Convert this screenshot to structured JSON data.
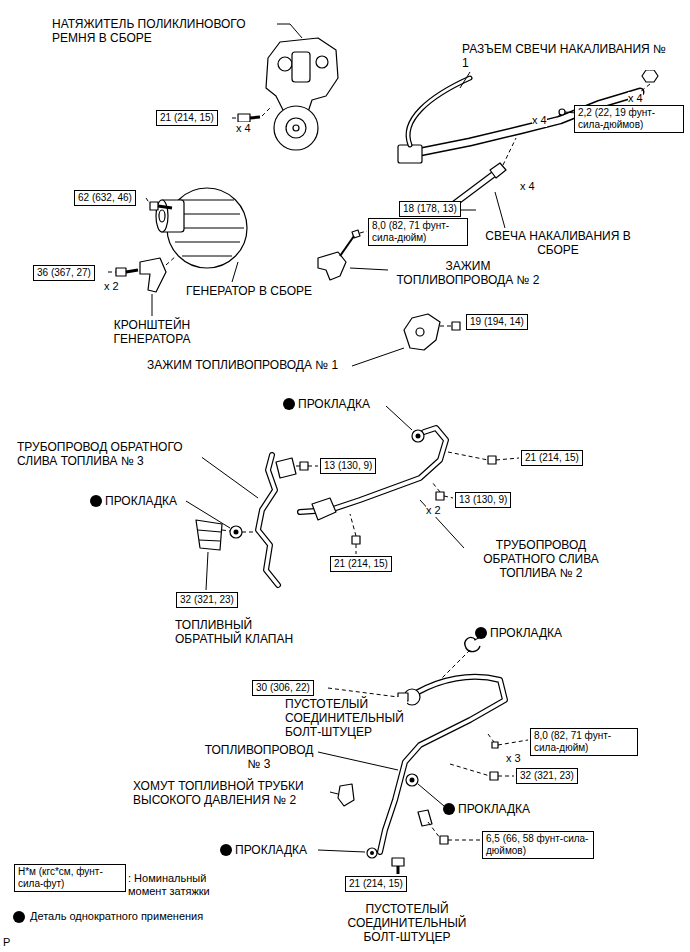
{
  "diagram": {
    "nodes": [
      {
        "text": [
          "2,2 (22, 19 фунт-сила-дюймов)"
        ]
      },
      {
        "text": [
          "21 (214, 15)"
        ]
      },
      {
        "text": [
          "62 (632, 46)"
        ]
      },
      {
        "text": [
          "18 (178, 13)"
        ]
      },
      {
        "text": [
          "8,0 (82, 71 фунт-сила-дюйм)"
        ]
      },
      {
        "text": [
          "36 (367, 27)"
        ]
      },
      {
        "text": [
          "19 (194, 14)"
        ]
      },
      {
        "text": [
          "21 (214, 15)"
        ]
      },
      {
        "text": [
          "13 (130, 9)"
        ]
      },
      {
        "text": [
          "13 (130, 9)"
        ]
      },
      {
        "text": [
          "21 (214, 15)"
        ]
      },
      {
        "text": [
          "32 (321, 23)"
        ]
      },
      {
        "text": [
          "30 (306, 22)"
        ]
      },
      {
        "text": [
          "8,0 (82, 71 фунт-сила-дюйм)"
        ]
      },
      {
        "text": [
          "32 (321, 23)"
        ]
      },
      {
        "text": [
          "6,5 (66, 58 фунт-сила-дюймов)"
        ]
      },
      {
        "text": [
          "21 (214, 15)"
        ]
      },
      {
        "text": [
          "Н*м (кгс*см, фунт-сила-фут)"
        ]
      }
    ],
    "labels": [
      "НАТЯЖИТЕЛЬ ПОЛИКЛИНОВОГО РЕМНЯ В СБОРЕ",
      "x 4",
      "РАЗЪЕМ СВЕЧИ НАКАЛИВАНИЯ № 1",
      "x 4",
      "x 4",
      "x 4",
      "СВЕЧА НАКАЛИВАНИЯ В СБОРЕ",
      "ГЕНЕРАТОР В СБОРЕ",
      "x 2",
      "КРОНШТЕЙН ГЕНЕРАТОРА",
      "ЗАЖИМ ТОПЛИВОПРОВОДА № 2",
      "ЗАЖИМ ТОПЛИВОПРОВОДА № 1",
      "ПРОКЛАДКА",
      "ТРУБОПРОВОД ОБРАТНОГО СЛИВА ТОПЛИВА № 3",
      "ПРОКЛАДКА",
      "x 2",
      "ТРУБОПРОВОД ОБРАТНОГО СЛИВА ТОПЛИВА № 2",
      "ТОПЛИВНЫЙ ОБРАТНЫЙ КЛАПАН",
      "ПРОКЛАДКА",
      "ПУСТОТЕЛЫЙ СОЕДИНИТЕЛЬНЫЙ БОЛТ-ШТУЦЕР",
      "ТОПЛИВОПРОВОД № 3",
      "x 3",
      "ХОМУТ ТОПЛИВНОЙ ТРУБКИ ВЫСОКОГО ДАВЛЕНИЯ № 2",
      "ПРОКЛАДКА",
      "ПРОКЛАДКА",
      "ПУСТОТЕЛЫЙ СОЕДИНИТЕЛЬНЫЙ БОЛТ-ШТУЦЕР",
      ": Номинальный момент затяжки",
      "P"
    ],
    "legend": [
      {
        "text": "Деталь однократного применения"
      }
    ]
  }
}
